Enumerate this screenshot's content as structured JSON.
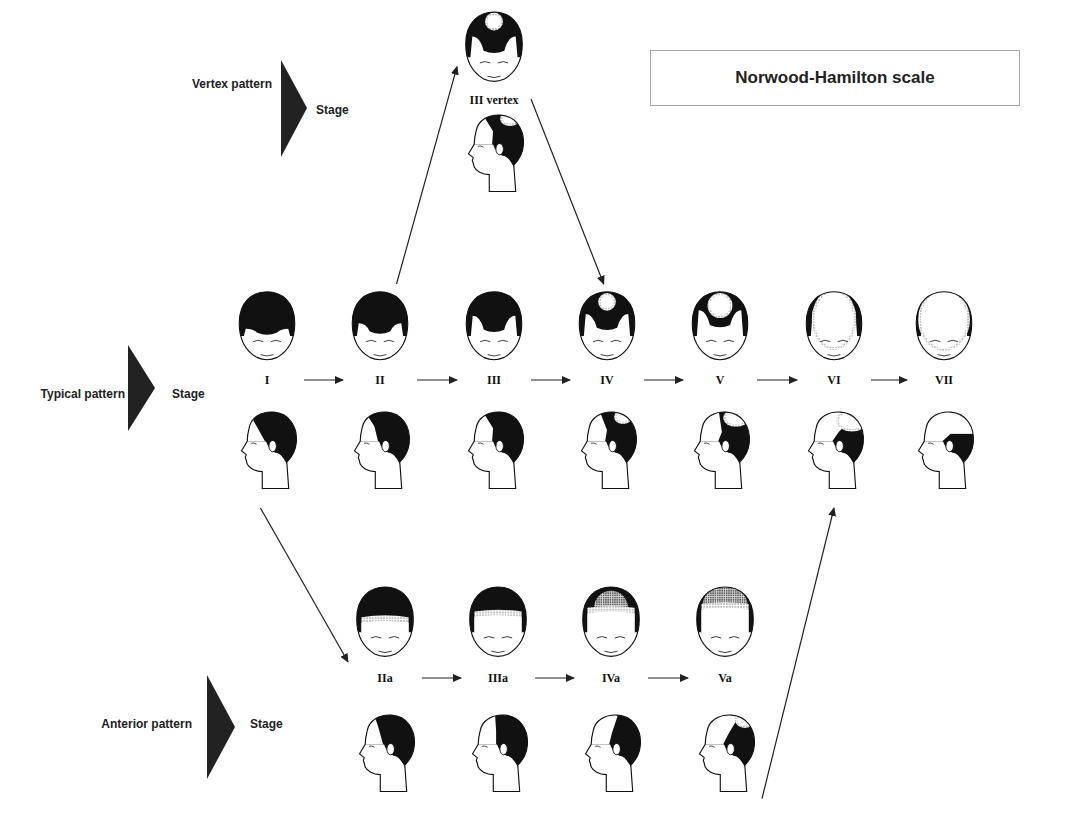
{
  "diagram": {
    "title": "Norwood-Hamilton scale",
    "nodes": [
      {
        "text": [
          "III vertex"
        ]
      },
      {
        "text": [
          "I"
        ]
      },
      {
        "text": [
          "II"
        ]
      },
      {
        "text": [
          "III"
        ]
      },
      {
        "text": [
          "IV"
        ]
      },
      {
        "text": [
          "V"
        ]
      },
      {
        "text": [
          "VI"
        ]
      },
      {
        "text": [
          "VII"
        ]
      },
      {
        "text": [
          "IIa"
        ]
      },
      {
        "text": [
          "IIIa"
        ]
      },
      {
        "text": [
          "IVa"
        ]
      },
      {
        "text": [
          "Va"
        ]
      }
    ],
    "edges": [
      {
        "from": 1,
        "to": 2,
        "arrow": "to"
      },
      {
        "from": 2,
        "to": 3,
        "arrow": "to"
      },
      {
        "from": 3,
        "to": 4,
        "arrow": "to"
      },
      {
        "from": 4,
        "to": 5,
        "arrow": "to"
      },
      {
        "from": 5,
        "to": 6,
        "arrow": "to"
      },
      {
        "from": 6,
        "to": 7,
        "arrow": "to"
      },
      {
        "from": 2,
        "to": 0,
        "arrow": "to"
      },
      {
        "from": 0,
        "to": 4,
        "arrow": "to"
      },
      {
        "from": 1,
        "to": 8,
        "arrow": "to"
      },
      {
        "from": 8,
        "to": 9,
        "arrow": "to"
      },
      {
        "from": 9,
        "to": 10,
        "arrow": "to"
      },
      {
        "from": 10,
        "to": 11,
        "arrow": "to"
      },
      {
        "from": 11,
        "to": 6,
        "arrow": "to"
      }
    ],
    "labels": [
      "Vertex pattern",
      "Stage",
      "Typical pattern",
      "Stage",
      "Anterior pattern",
      "Stage"
    ]
  }
}
